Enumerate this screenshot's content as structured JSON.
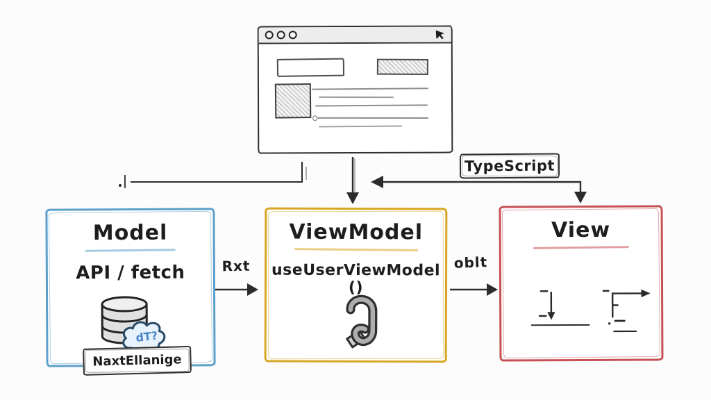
{
  "colors": {
    "model_accent": "#5b9fca",
    "viewmodel_accent": "#d7a622",
    "view_accent": "#c75055",
    "sketch_ink": "#2b2b2b"
  },
  "labels": {
    "typescript_badge": "TypeScript"
  },
  "boxes": {
    "model": {
      "title": "Model",
      "content": "API / fetch",
      "badge": "NaxtEllanige",
      "cloud_text": "dT?"
    },
    "viewmodel": {
      "title": "ViewModel",
      "content": "useUserViewModel ()"
    },
    "view": {
      "title": "View"
    }
  },
  "arrows": {
    "model_to_viewmodel": {
      "label": "Rxt"
    },
    "viewmodel_to_view": {
      "label": "oblt"
    }
  },
  "icons": {
    "browser_window_controls": "three-hollow-dots",
    "browser_pointer": "cursor-arrow-icon",
    "model_icon": "database-cylinder-with-cloud",
    "viewmodel_icon": "hook"
  }
}
